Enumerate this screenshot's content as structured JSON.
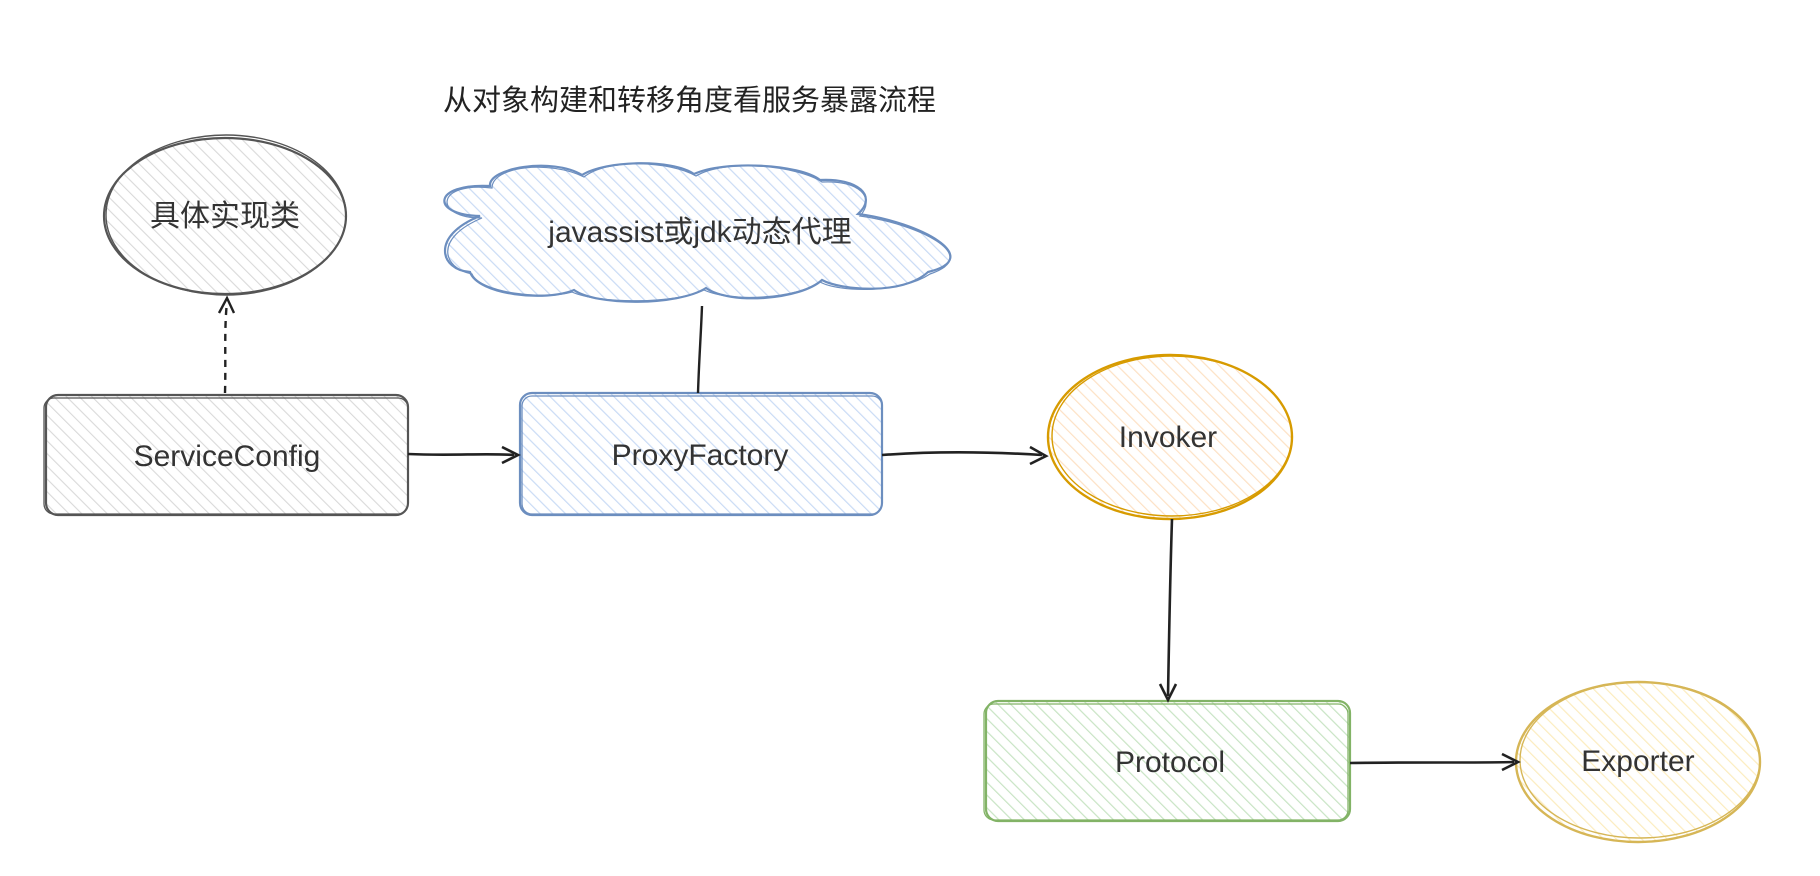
{
  "diagram": {
    "title": "从对象构建和转移角度看服务暴露流程",
    "nodes": {
      "impl": {
        "label": "具体实现类",
        "shape": "ellipse",
        "stroke": "#555555",
        "fill": "#f2f2f2"
      },
      "proxy_impl": {
        "label": "javassist或jdk动态代理",
        "shape": "cloud",
        "stroke": "#6c8ebf",
        "fill": "#dae8fc"
      },
      "service_config": {
        "label": "ServiceConfig",
        "shape": "rect",
        "stroke": "#555555",
        "fill": "#f2f2f2"
      },
      "proxy_factory": {
        "label": "ProxyFactory",
        "shape": "rect",
        "stroke": "#6c8ebf",
        "fill": "#dae8fc"
      },
      "invoker": {
        "label": "Invoker",
        "shape": "ellipse",
        "stroke": "#d79b00",
        "fill": "#ffe6cc"
      },
      "protocol": {
        "label": "Protocol",
        "shape": "rect",
        "stroke": "#82b366",
        "fill": "#d5e8d4"
      },
      "exporter": {
        "label": "Exporter",
        "shape": "ellipse",
        "stroke": "#d6b656",
        "fill": "#fff2cc"
      }
    },
    "edges": [
      {
        "from": "service_config",
        "to": "impl",
        "style": "dashed"
      },
      {
        "from": "service_config",
        "to": "proxy_factory",
        "style": "solid"
      },
      {
        "from": "proxy_factory",
        "to": "proxy_impl",
        "style": "line"
      },
      {
        "from": "proxy_factory",
        "to": "invoker",
        "style": "solid"
      },
      {
        "from": "invoker",
        "to": "protocol",
        "style": "solid"
      },
      {
        "from": "protocol",
        "to": "exporter",
        "style": "solid"
      }
    ]
  }
}
